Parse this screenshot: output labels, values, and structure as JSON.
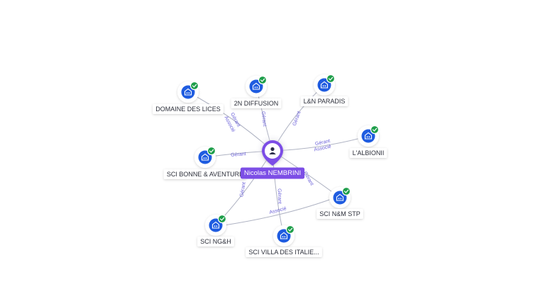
{
  "person": {
    "name": "Nicolas NEMBRINI",
    "icon": "person-icon",
    "color": "#7c4ee6"
  },
  "company_icon": "building-icon",
  "badge_icon": "check-icon",
  "colors": {
    "company": "#1f5ce0",
    "badge": "#1e9e4a",
    "edge": "#aeb2c2",
    "edge_label": "#6d63d9"
  },
  "companies": [
    {
      "id": "domaine",
      "label": "DOMAINE DES LICES",
      "edge_labels": [
        "Gérant",
        "Associé"
      ]
    },
    {
      "id": "2n",
      "label": "2N DIFFUSION",
      "edge_labels": [
        "Gérant"
      ]
    },
    {
      "id": "ln",
      "label": "L&N PARADIS",
      "edge_labels": [
        "Gérant"
      ]
    },
    {
      "id": "albion",
      "label": "L'ALBIONII",
      "edge_labels": [
        "Gérant",
        "Associé"
      ]
    },
    {
      "id": "bonne",
      "label": "SCI BONNE & AVENTURE",
      "edge_labels": [
        "Gérant"
      ]
    },
    {
      "id": "nm",
      "label": "SCI N&M STP",
      "edge_labels": [
        "Gérant"
      ]
    },
    {
      "id": "ngh",
      "label": "SCI NG&H",
      "edge_labels": [
        "Gérant"
      ]
    },
    {
      "id": "villa",
      "label": "SCI VILLA DES ITALIE...",
      "edge_labels": [
        "Gérant"
      ]
    },
    {
      "id": "nm_villa_link",
      "label": "",
      "edge_labels": [
        "Associé"
      ]
    }
  ]
}
